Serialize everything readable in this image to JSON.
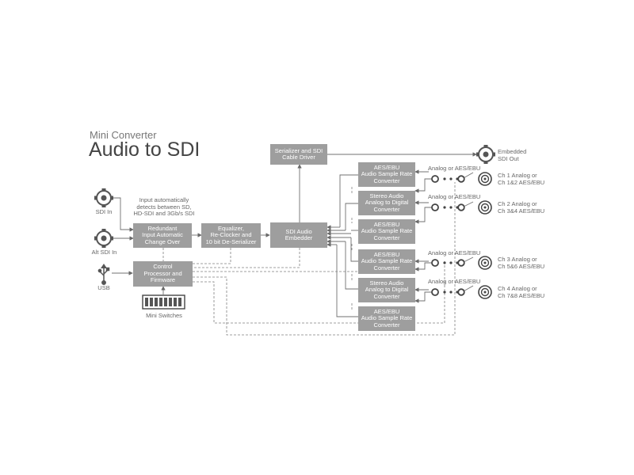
{
  "header": {
    "subtitle": "Mini Converter",
    "title": "Audio to SDI"
  },
  "blocks": {
    "serializer": "Serializer and SDI\nCable Driver",
    "redundant": "Redundant\nInput Automatic\nChange Over",
    "equalizer": "Equalizer,\nRe-Clocker and\n10 bit De-Serializer",
    "embedder": "SDI Audio\nEmbedder",
    "control": "Control\nProcessor and\nFirmware",
    "conv1": "AES/EBU\nAudio Sample Rate\nConverter",
    "conv2": "Stereo Audio\nAnalog to Digital\nConverter",
    "conv3": "AES/EBU\nAudio Sample Rate\nConverter",
    "conv4": "AES/EBU\nAudio Sample Rate\nConverter",
    "conv5": "Stereo Audio\nAnalog to Digital\nConverter",
    "conv6": "AES/EBU\nAudio Sample Rate\nConverter"
  },
  "labels": {
    "sdi_in": "SDI In",
    "alt_sdi_in": "Alt SDI In",
    "usb": "USB",
    "mini_switches": "Mini Switches",
    "input_note": "Input automatically\ndetects between SD,\nHD-SDI and 3Gb/s SDI",
    "embedded_out": "Embedded\nSDI Out",
    "analog_or_aes": "Analog or AES/EBU",
    "ch1": "Ch 1 Analog or\nCh 1&2 AES/EBU",
    "ch2": "Ch 2 Analog or\nCh 3&4 AES/EBU",
    "ch3": "Ch 3 Analog or\nCh 5&6 AES/EBU",
    "ch4": "Ch 4 Analog or\nCh 7&8 AES/EBU"
  },
  "colors": {
    "block": "#9e9e9e",
    "line": "#707070",
    "text": "#555555"
  }
}
